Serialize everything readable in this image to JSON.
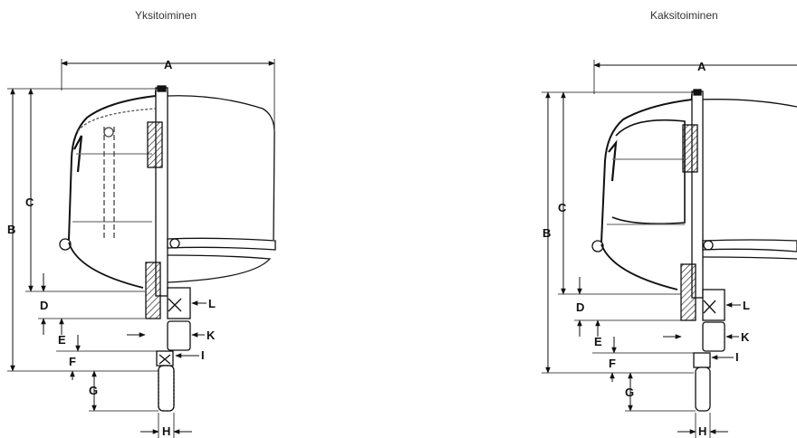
{
  "titles": {
    "left": "Yksitoiminen",
    "right": "Kaksitoiminen"
  },
  "dimension_labels": [
    "A",
    "B",
    "C",
    "D",
    "E",
    "F",
    "G",
    "H",
    "I",
    "K",
    "L"
  ],
  "colors": {
    "ink": "#111111",
    "shade": "#777777",
    "background": "#ffffff"
  }
}
